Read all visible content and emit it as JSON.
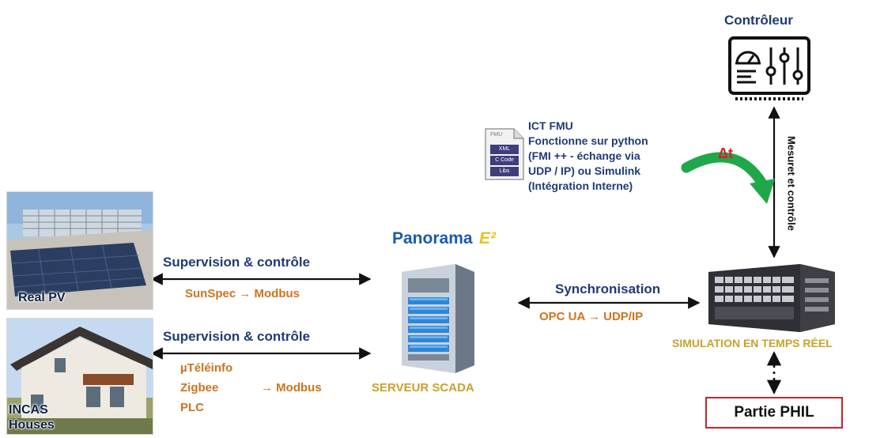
{
  "controller": {
    "title": "Contrôleur"
  },
  "ict_fmu": {
    "file_icon": {
      "top": "FMU",
      "rows": [
        "XML",
        "C Code",
        "Libs"
      ]
    },
    "lines": [
      "ICT FMU",
      "Fonctionne sur python",
      "(FMI ++ - échange via",
      "UDP / IP) ou Simulink",
      "(Intégration Interne)"
    ]
  },
  "delta_t": "Δt",
  "vertical_link_label": "Mesuret et contrôle",
  "panorama": {
    "name": "Panorama",
    "suffix": "E²"
  },
  "scada_label": "SERVEUR SCADA",
  "pv_link": {
    "label": "Supervision & contrôle",
    "protocol": "SunSpec → Modbus"
  },
  "houses_link": {
    "label": "Supervision & contrôle",
    "protocols": [
      "µTéléinfo",
      "Zigbee",
      "PLC"
    ],
    "target": "→ Modbus"
  },
  "sync_link": {
    "label": "Synchronisation",
    "protocol": "OPC UA → UDP/IP"
  },
  "photos": {
    "pv": {
      "caption": "Real PV"
    },
    "houses": {
      "caption": "INCAS\nHouses",
      "caption_lines": [
        "INCAS",
        "Houses"
      ]
    }
  },
  "simulator_label": "SIMULATION EN TEMPS RÉEL",
  "phil_label": "Partie PHIL",
  "colors": {
    "blue_text": "#1f3b73",
    "orange_text": "#d0721e",
    "gold_text": "#c9a12a",
    "green_arrow": "#1ea84a",
    "delta_red": "#d4202a",
    "phil_border": "#c0262d",
    "panorama_blue": "#1c5aa8",
    "panorama_yellow": "#e8c21a"
  }
}
